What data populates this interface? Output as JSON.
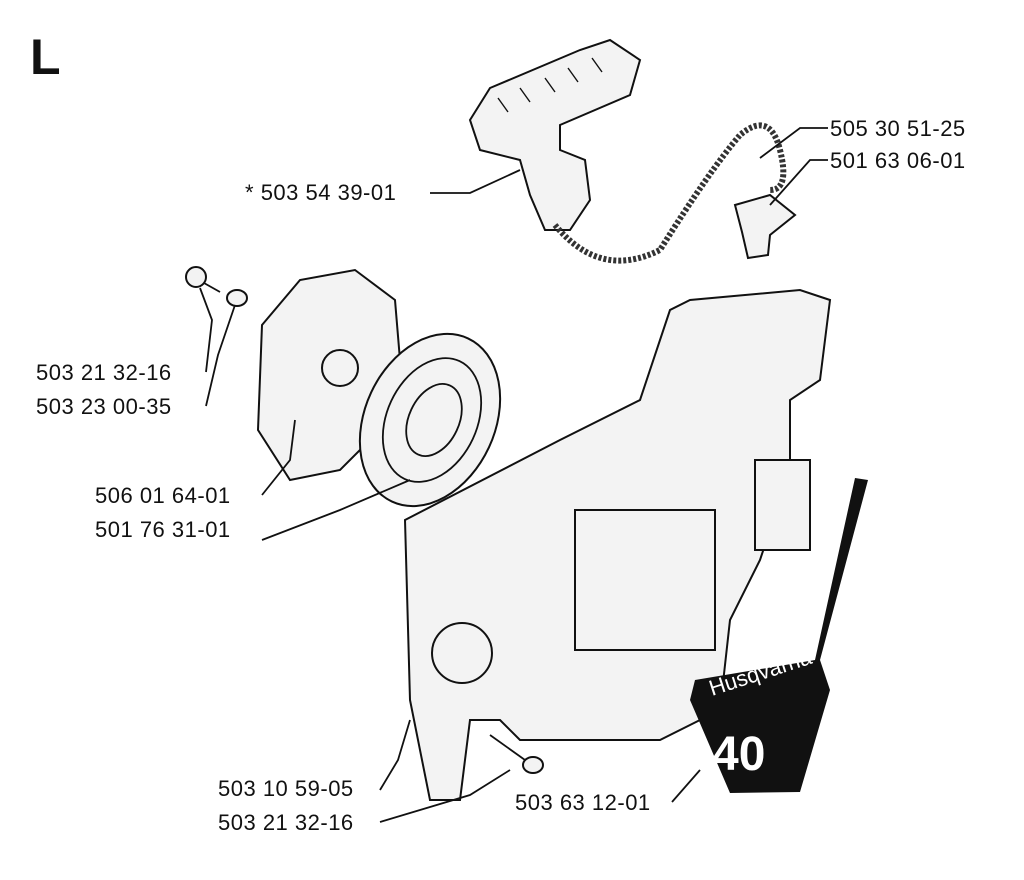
{
  "section_letter": "L",
  "parts": [
    {
      "id": "handle",
      "number": "503 54 39-01",
      "mark": "*"
    },
    {
      "id": "rope",
      "number": "505 30 51-25"
    },
    {
      "id": "rope-guide",
      "number": "501 63 06-01"
    },
    {
      "id": "screw-top",
      "number": "503 21 32-16"
    },
    {
      "id": "washer",
      "number": "503 23 00-35"
    },
    {
      "id": "pulley",
      "number": "506 01 64-01"
    },
    {
      "id": "spring",
      "number": "501 76 31-01"
    },
    {
      "id": "housing",
      "number": "503 10 59-05"
    },
    {
      "id": "screw-bottom",
      "number": "503 21 32-16"
    },
    {
      "id": "decal",
      "number": "503 63 12-01"
    }
  ],
  "decal_brand": "Husqvarna",
  "decal_model": "40"
}
